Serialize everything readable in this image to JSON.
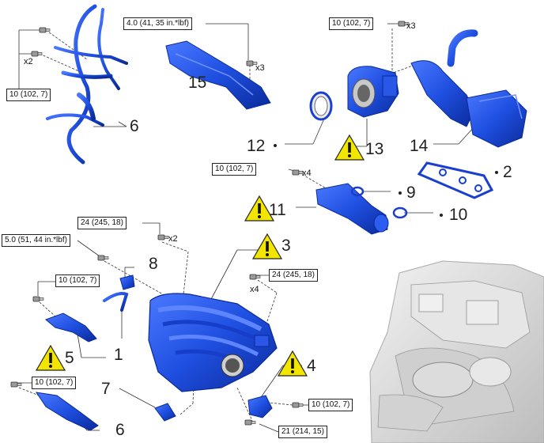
{
  "torque_labels": {
    "t_top_left": "10 (102, 7)",
    "t_15": "4.0 (41, 35 in.*lbf)",
    "t_13": "10 (102, 7)",
    "t_11": "10 (102, 7)",
    "t_mid_24": "24 (245, 18)",
    "t_mid_5": "5.0 (51, 44 in.*lbf)",
    "t_left_10": "10 (102, 7)",
    "t_right_24": "24 (245, 18)",
    "t_bottom_left": "10 (102, 7)",
    "t_bottom_right_10": "10 (102, 7)",
    "t_bottom_right_21": "21 (214, 15)"
  },
  "quantities": {
    "q_top_left": "x2",
    "q_15": "x3",
    "q_13": "x3",
    "q_11": "x4",
    "q_mid_24": "x2",
    "q_right_24": "x4"
  },
  "part_numbers": {
    "p1": "1",
    "p2": "2",
    "p3": "3",
    "p4": "4",
    "p5": "5",
    "p6a": "6",
    "p6b": "6",
    "p7": "7",
    "p8": "8",
    "p9": "9",
    "p10": "10",
    "p11": "11",
    "p12": "12",
    "p13": "13",
    "p14": "14",
    "p15": "15"
  },
  "colors": {
    "part_blue": "#1f4fe0",
    "part_dark": "#0a2a9a",
    "warning_yellow": "#f2e600",
    "line": "#333333",
    "engine_gray": "#d6d6d6"
  },
  "icons": [
    "warning-triangle-icon",
    "bolt-icon"
  ]
}
